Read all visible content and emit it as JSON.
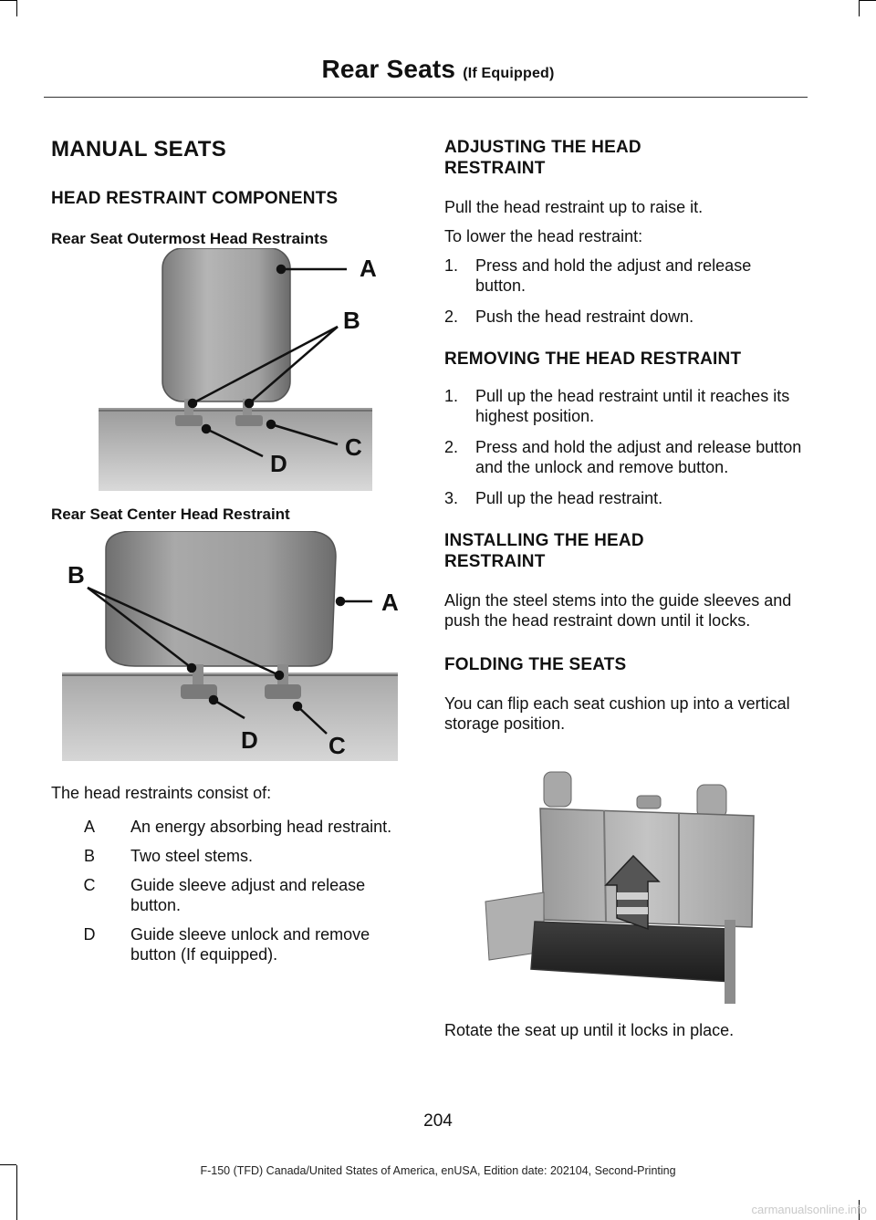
{
  "header": {
    "title": "Rear Seats",
    "subtitle": "(If Equipped)"
  },
  "left": {
    "section_title": "MANUAL SEATS",
    "subsection_title": "HEAD RESTRAINT COMPONENTS",
    "fig1_title": "Rear Seat Outermost Head Restraints",
    "fig1_labels": [
      "A",
      "B",
      "C",
      "D"
    ],
    "fig2_title": "Rear Seat Center Head Restraint",
    "fig2_labels": [
      "B",
      "A",
      "D",
      "C"
    ],
    "consist_intro": "The head restraints consist of:",
    "legend": [
      {
        "key": "A",
        "text": "An energy absorbing head restraint."
      },
      {
        "key": "B",
        "text": "Two steel stems."
      },
      {
        "key": "C",
        "text": "Guide sleeve adjust and release button."
      },
      {
        "key": "D",
        "text": "Guide sleeve unlock and remove button (If equipped)."
      }
    ]
  },
  "right": {
    "adjust_title": "ADJUSTING THE HEAD RESTRAINT",
    "adjust_p1": "Pull the head restraint up to raise it.",
    "adjust_p2": "To lower the head restraint:",
    "adjust_steps": [
      {
        "num": "1.",
        "text": "Press and hold the adjust and release button."
      },
      {
        "num": "2.",
        "text": "Push the head restraint down."
      }
    ],
    "remove_title": "REMOVING THE HEAD RESTRAINT",
    "remove_steps": [
      {
        "num": "1.",
        "text": "Pull up the head restraint until it reaches its highest position."
      },
      {
        "num": "2.",
        "text": "Press and hold the adjust and release button and the unlock and remove button."
      },
      {
        "num": "3.",
        "text": "Pull up the head restraint."
      }
    ],
    "install_title": "INSTALLING THE HEAD RESTRAINT",
    "install_p": "Align the steel stems into the guide sleeves and push the head restraint down until it locks.",
    "fold_title": "FOLDING THE SEATS",
    "fold_p": "You can flip each seat cushion up into a vertical storage position.",
    "fold_caption": "Rotate the seat up until it locks in place."
  },
  "footer": {
    "page_number": "204",
    "edition": "F-150 (TFD) Canada/United States of America, enUSA, Edition date: 202104, Second-Printing"
  },
  "watermark": "carmanualsonline.info"
}
